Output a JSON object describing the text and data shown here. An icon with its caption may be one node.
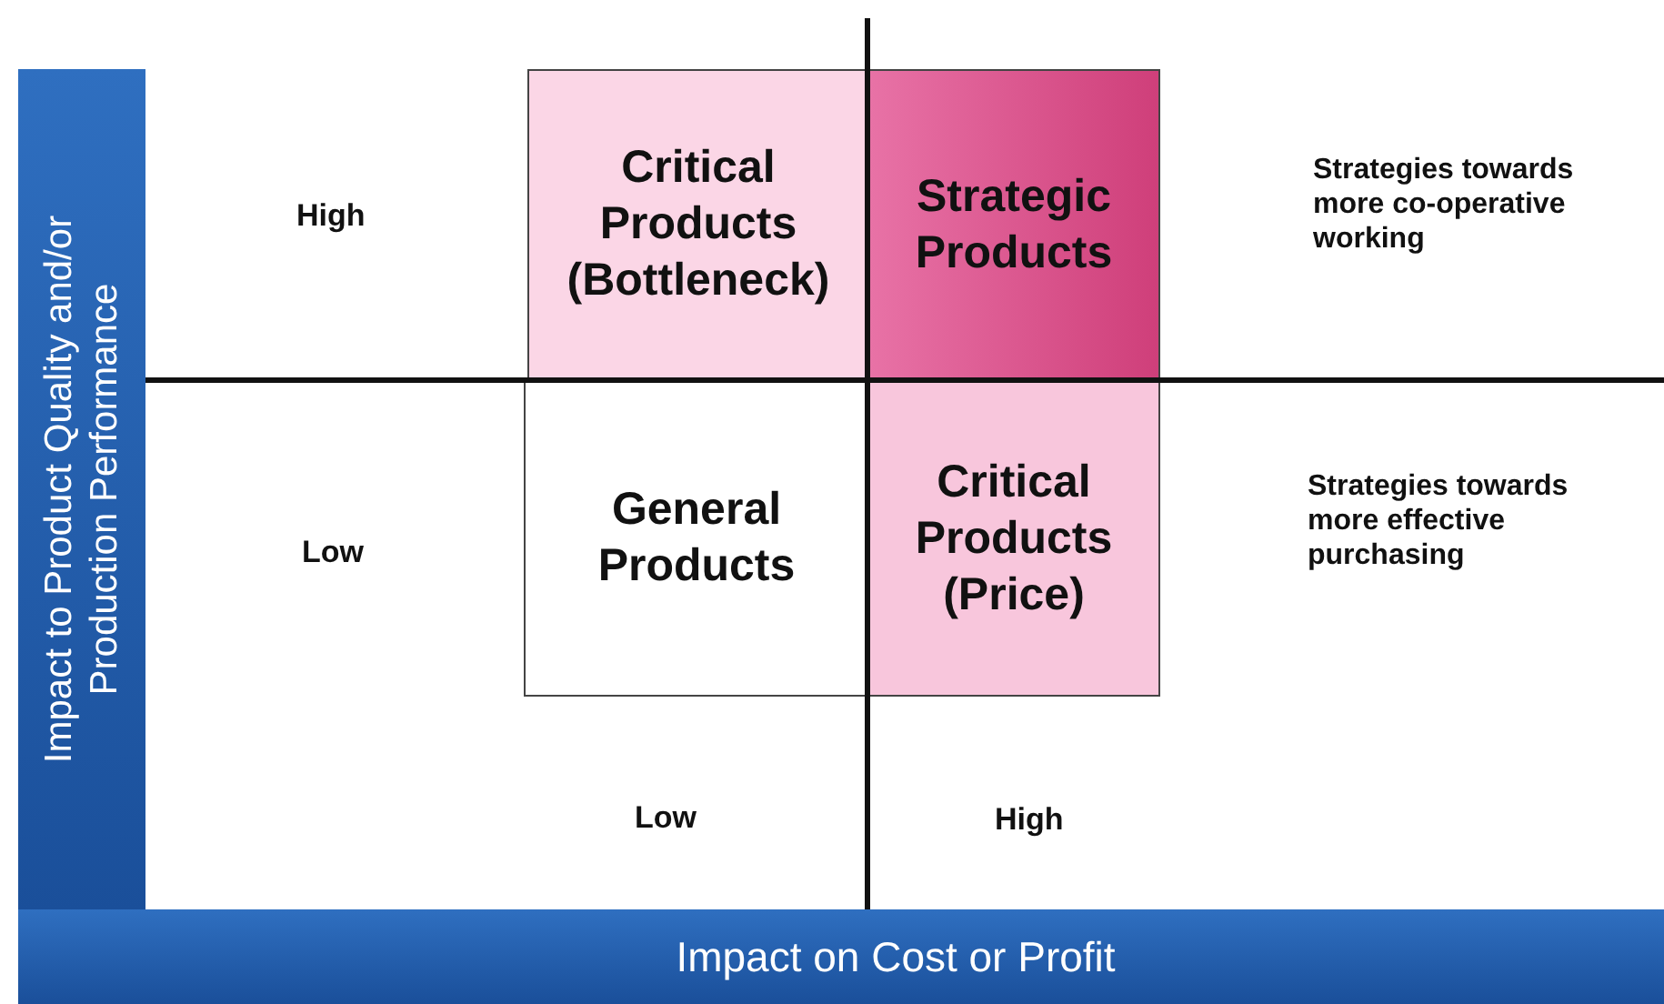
{
  "diagram": {
    "nodes": [
      {
        "text": [
          "Critical Products (Bottleneck)"
        ]
      },
      {
        "text": [
          "Strategic Products"
        ]
      },
      {
        "text": [
          "General Products"
        ]
      },
      {
        "text": [
          "Critical Products (Price)"
        ]
      },
      {
        "text": [
          "Impact to Product Quality and/or Production Performance"
        ]
      },
      {
        "text": [
          "Impact on Cost or Profit"
        ]
      }
    ],
    "edges": [],
    "labels": [
      "High",
      "Strategies towards more co-operative working",
      "Low",
      "Strategies towards more effective purchasing",
      "Low",
      "High"
    ]
  }
}
